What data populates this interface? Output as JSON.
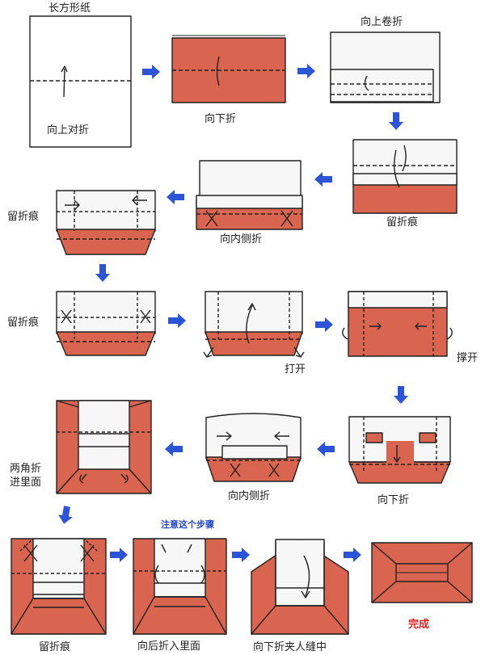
{
  "labels": {
    "s1_title": "长方形纸",
    "s1_caption": "向上对折",
    "s2_caption": "向下折",
    "s3_caption": "向上卷折",
    "s4_caption": "留折痕",
    "s5_caption": "向内侧折",
    "s6_caption": "留折痕",
    "s7_caption": "留折痕",
    "s8_caption": "打开",
    "s9_caption": "撑开",
    "s10_caption": "向下折",
    "s11_caption": "向内侧折",
    "s12_caption_line1": "两角折",
    "s12_caption_line2": "进里面",
    "note": "注意这个步骤",
    "s13_caption": "留折痕",
    "s14_caption": "向后折入里面",
    "s15_caption": "向下折夹人缝中",
    "done": "完成"
  },
  "colors": {
    "paper_red": "#d9644f",
    "paper_white": "#f7f7f7",
    "outline": "#222222",
    "arrow_blue": "#2b55d6",
    "note_blue": "#2244c8",
    "done_red": "#e02020"
  }
}
